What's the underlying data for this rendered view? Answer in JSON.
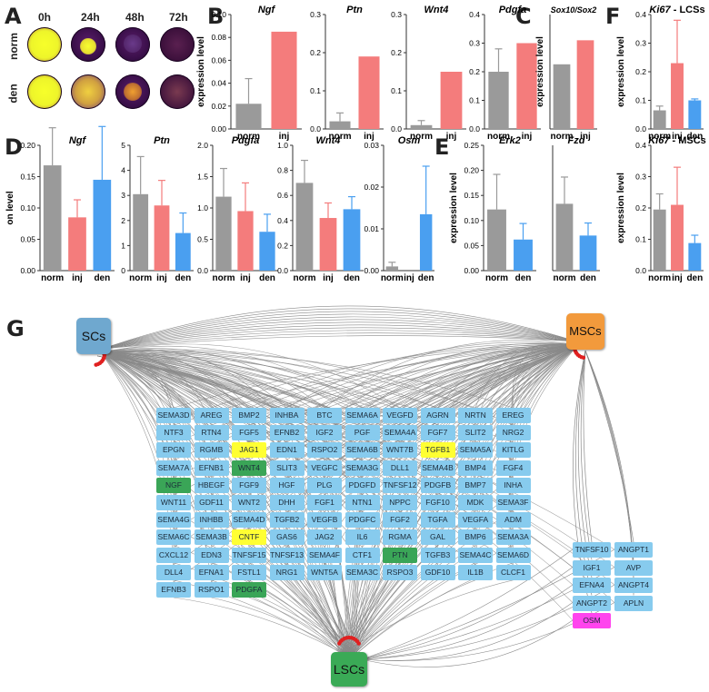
{
  "panels": {
    "a": "A",
    "b": "B",
    "c": "C",
    "d": "D",
    "e": "E",
    "f": "F",
    "g": "G"
  },
  "panelA": {
    "times": [
      "0h",
      "24h",
      "48h",
      "72h"
    ],
    "rows": [
      "norm",
      "den"
    ]
  },
  "colors": {
    "norm": "#9a9a9a",
    "inj": "#f47c7c",
    "den": "#4a9ff0",
    "gene": "#87cbee",
    "network": "#8a8a8a",
    "arrow": "#e02020",
    "SCs": "#6fa8cf",
    "MSCs": "#f29a3c",
    "LSCs": "#3aaa56",
    "highlight_green": "#3aa557",
    "highlight_yellow": "#ffff33",
    "highlight_magenta": "#ff44ee"
  },
  "chart_data": [
    {
      "id": "b-ngf",
      "type": "bar",
      "title": "Ngf",
      "categories": [
        "norm",
        "inj"
      ],
      "values": [
        0.022,
        0.085
      ],
      "errors": [
        0.022,
        0
      ],
      "ylim": [
        0,
        0.1
      ],
      "ticks": [
        "0.00",
        "0.02",
        "0.04",
        "0.06",
        "0.08",
        "0.10"
      ],
      "ylabel": "expression level"
    },
    {
      "id": "b-ptn",
      "type": "bar",
      "title": "Ptn",
      "categories": [
        "norm",
        "inj"
      ],
      "values": [
        0.02,
        0.19
      ],
      "errors": [
        0.022,
        0
      ],
      "ylim": [
        0,
        0.3
      ],
      "ticks": [
        "0.0",
        "0.1",
        "0.2",
        "0.3"
      ],
      "ylabel": ""
    },
    {
      "id": "b-wnt4",
      "type": "bar",
      "title": "Wnt4",
      "categories": [
        "norm",
        "inj"
      ],
      "values": [
        0.01,
        0.15
      ],
      "errors": [
        0.012,
        0
      ],
      "ylim": [
        0,
        0.3
      ],
      "ticks": [
        "0.0",
        "0.1",
        "0.2",
        "0.3"
      ],
      "ylabel": ""
    },
    {
      "id": "b-pdgfa",
      "type": "bar",
      "title": "Pdgfa",
      "categories": [
        "norm",
        "inj"
      ],
      "values": [
        0.2,
        0.3
      ],
      "errors": [
        0.08,
        0
      ],
      "ylim": [
        0,
        0.4
      ],
      "ticks": [
        "0.0",
        "0.1",
        "0.2",
        "0.3",
        "0.4"
      ],
      "ylabel": ""
    },
    {
      "id": "c-sox",
      "type": "bar",
      "title": "Sox10/Sox2",
      "categories": [
        "norm",
        "inj"
      ],
      "values": [
        1.13,
        1.55
      ],
      "errors": [
        0,
        0
      ],
      "ylim": [
        0,
        2.0
      ],
      "ticks": [],
      "ylabel": "expression level"
    },
    {
      "id": "f-lcs",
      "type": "bar",
      "title": "Ki67 - LCSs",
      "categories": [
        "norm",
        "inj",
        "den"
      ],
      "values": [
        0.065,
        0.23,
        0.1
      ],
      "errors": [
        0.015,
        0.15,
        0.005
      ],
      "ylim": [
        0,
        0.4
      ],
      "ticks": [
        "0.0",
        "0.1",
        "0.2",
        "0.3",
        "0.4"
      ],
      "ylabel": "expression level"
    },
    {
      "id": "d-ngf",
      "type": "bar",
      "title": "Ngf",
      "categories": [
        "norm",
        "inj",
        "den"
      ],
      "values": [
        0.168,
        0.085,
        0.145
      ],
      "errors": [
        0.06,
        0.028,
        0.085
      ],
      "ylim": [
        0,
        0.2
      ],
      "ticks": [
        "0.00",
        "0.05",
        "0.10",
        "0.15",
        "0.20"
      ],
      "ylabel": "on level"
    },
    {
      "id": "d-ptn",
      "type": "bar",
      "title": "Ptn",
      "categories": [
        "norm",
        "inj",
        "den"
      ],
      "values": [
        3.05,
        2.6,
        1.5
      ],
      "errors": [
        1.5,
        1.0,
        0.8
      ],
      "ylim": [
        0,
        5
      ],
      "ticks": [
        "0",
        "1",
        "2",
        "3",
        "4",
        "5"
      ],
      "ylabel": ""
    },
    {
      "id": "d-pdgfa",
      "type": "bar",
      "title": "Pdgfa",
      "categories": [
        "norm",
        "inj",
        "den"
      ],
      "values": [
        1.18,
        0.95,
        0.62
      ],
      "errors": [
        0.45,
        0.45,
        0.28
      ],
      "ylim": [
        0,
        2.0
      ],
      "ticks": [
        "0.0",
        "0.5",
        "1.0",
        "1.5",
        "2.0"
      ],
      "ylabel": ""
    },
    {
      "id": "d-wnt4",
      "type": "bar",
      "title": "Wnt4",
      "categories": [
        "norm",
        "inj",
        "den"
      ],
      "values": [
        0.7,
        0.42,
        0.49
      ],
      "errors": [
        0.18,
        0.12,
        0.1
      ],
      "ylim": [
        0,
        1.0
      ],
      "ticks": [
        "0.0",
        "0.2",
        "0.4",
        "0.6",
        "0.8",
        "1.0"
      ],
      "ylabel": ""
    },
    {
      "id": "d-osm",
      "type": "bar",
      "title": "Osm",
      "categories": [
        "norm",
        "inj",
        "den"
      ],
      "values": [
        0.001,
        0,
        0.0135
      ],
      "errors": [
        0.001,
        0,
        0.0115
      ],
      "ylim": [
        0,
        0.03
      ],
      "ticks": [
        "0.00",
        "0.01",
        "0.02",
        "0.03"
      ],
      "ylabel": ""
    },
    {
      "id": "e-erk2",
      "type": "bar",
      "title": "Erk2",
      "categories": [
        "norm",
        "den"
      ],
      "values": [
        0.122,
        0.062
      ],
      "errors": [
        0.07,
        0.032
      ],
      "ylim": [
        0,
        0.25
      ],
      "ticks": [
        "0.00",
        "0.05",
        "0.10",
        "0.15",
        "0.20",
        "0.25"
      ],
      "ylabel": "expression level"
    },
    {
      "id": "e-fzd",
      "type": "bar",
      "title": "Fzd",
      "categories": [
        "norm",
        "den"
      ],
      "values": [
        0.08,
        0.042
      ],
      "errors": [
        0.032,
        0.015
      ],
      "ylim": [
        0,
        0.15
      ],
      "ticks": [],
      "ylabel": ""
    },
    {
      "id": "f-mscs",
      "type": "bar",
      "title": "Ki67 - MSCs",
      "categories": [
        "norm",
        "inj",
        "den"
      ],
      "values": [
        0.195,
        0.21,
        0.088
      ],
      "errors": [
        0.05,
        0.12,
        0.025
      ],
      "ylim": [
        0,
        0.4
      ],
      "ticks": [
        "0.0",
        "0.1",
        "0.2",
        "0.3",
        "0.4"
      ],
      "ylabel": "expression level"
    }
  ],
  "network": {
    "sources": {
      "scs": "SCs",
      "mscs": "MSCs",
      "lscs": "LSCs"
    },
    "grid": [
      [
        "SEMA3D",
        "AREG",
        "BMP2",
        "INHBA",
        "BTC",
        "SEMA6A",
        "VEGFD",
        "AGRN",
        "NRTN",
        "EREG"
      ],
      [
        "NTF3",
        "RTN4",
        "FGF5",
        "EFNB2",
        "IGF2",
        "PGF",
        "SEMA4A",
        "FGF7",
        "SLIT2",
        "NRG2"
      ],
      [
        "EPGN",
        "RGMB",
        "JAG1",
        "EDN1",
        "RSPO2",
        "SEMA6B",
        "WNT7B",
        "TGFB1",
        "SEMA5A",
        "KITLG"
      ],
      [
        "SEMA7A",
        "EFNB1",
        "WNT4",
        "SLIT3",
        "VEGFC",
        "SEMA3G",
        "DLL1",
        "SEMA4B",
        "BMP4",
        "FGF4"
      ],
      [
        "NGF",
        "HBEGF",
        "FGF9",
        "HGF",
        "PLG",
        "PDGFD",
        "TNFSF12",
        "PDGFB",
        "BMP7",
        "INHA"
      ],
      [
        "WNT11",
        "GDF11",
        "WNT2",
        "DHH",
        "FGF1",
        "NTN1",
        "NPPC",
        "FGF10",
        "MDK",
        "SEMA3F"
      ],
      [
        "SEMA4G",
        "INHBB",
        "SEMA4D",
        "TGFB2",
        "VEGFB",
        "PDGFC",
        "FGF2",
        "TGFA",
        "VEGFA",
        "ADM"
      ],
      [
        "SEMA6C",
        "SEMA3B",
        "CNTF",
        "GAS6",
        "JAG2",
        "IL6",
        "RGMA",
        "GAL",
        "BMP6",
        "SEMA3A"
      ],
      [
        "CXCL12",
        "EDN3",
        "TNFSF15",
        "TNFSF13",
        "SEMA4F",
        "CTF1",
        "PTN",
        "TGFB3",
        "SEMA4C",
        "SEMA6D"
      ],
      [
        "DLL4",
        "EFNA1",
        "FSTL1",
        "NRG1",
        "WNT5A",
        "SEMA3C",
        "RSPO3",
        "GDF10",
        "IL1B",
        "CLCF1"
      ],
      [
        "EFNB3",
        "RSPO1",
        "PDGFA"
      ]
    ],
    "side": [
      [
        "TNFSF10",
        "ANGPT1"
      ],
      [
        "IGF1",
        "AVP"
      ],
      [
        "EFNA4",
        "ANGPT4"
      ],
      [
        "ANGPT2",
        "APLN"
      ],
      [
        "OSM"
      ]
    ],
    "highlights": {
      "green": [
        "WNT4",
        "NGF",
        "PTN",
        "PDGFA"
      ],
      "yellow": [
        "JAG1",
        "TGFB1",
        "CNTF"
      ],
      "magenta": [
        "OSM"
      ]
    }
  }
}
